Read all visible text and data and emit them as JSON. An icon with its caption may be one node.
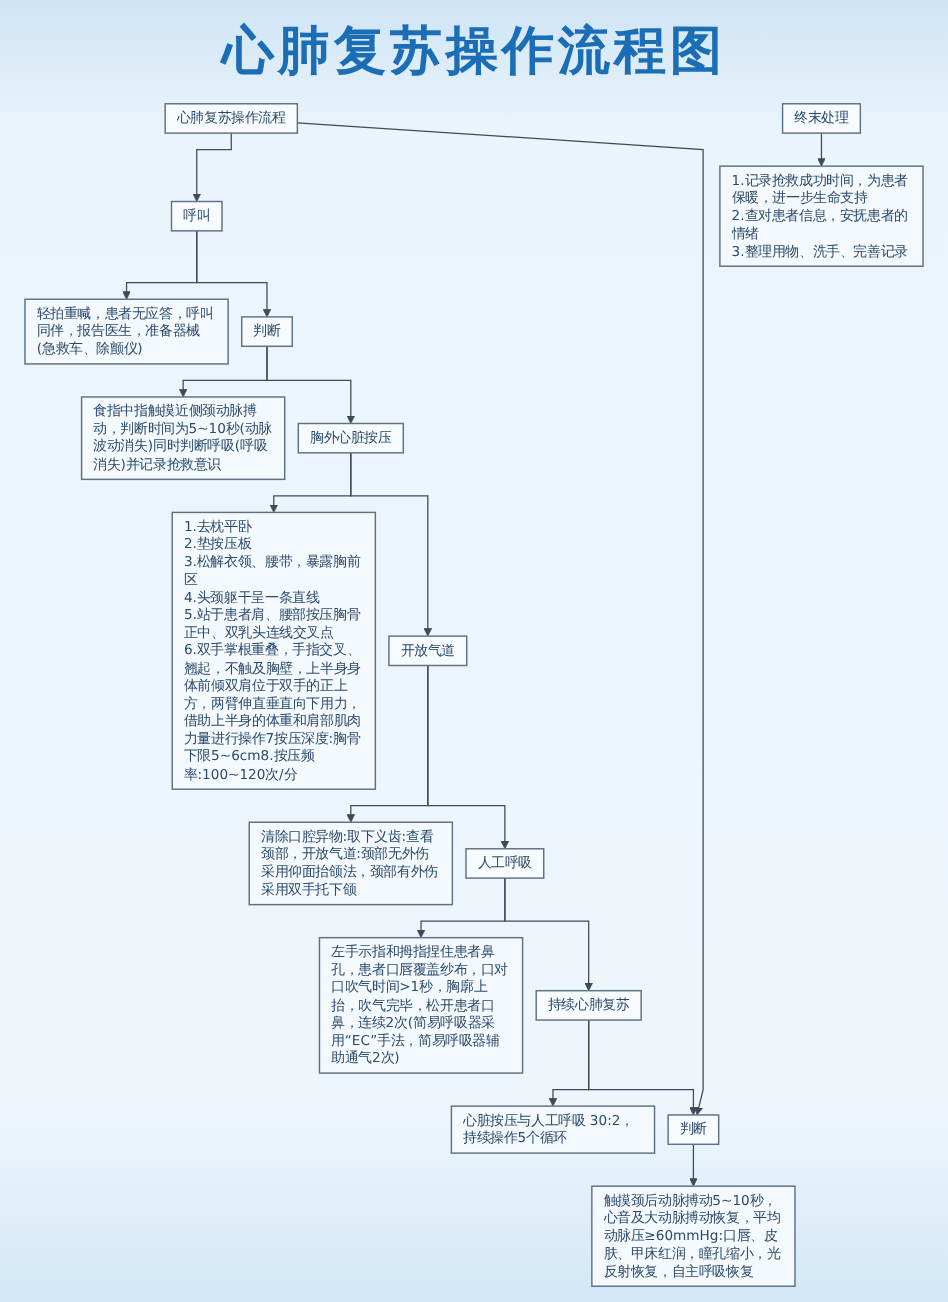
{
  "diagram": {
    "title": "心肺复苏操作流程图",
    "nodes": [
      {
        "text": [
          "心肺复苏操作流程"
        ]
      },
      {
        "text": [
          "呼叫"
        ]
      },
      {
        "text": [
          "轻拍重喊，患者无应答，呼叫同伴，报告医生，准备器械(急救车、除颤仪)"
        ]
      },
      {
        "text": [
          "判断"
        ]
      },
      {
        "text": [
          "食指中指触摸近侧颈动脉搏动，判断时间为5~10秒(动脉波动消失)同时判断呼吸(呼吸消失)并记录抢救意识"
        ]
      },
      {
        "text": [
          "胸外心脏按压"
        ]
      },
      {
        "text": [
          "1.去枕平卧",
          "2.垫按压板",
          "3.松解衣领、腰带，暴露胸前区",
          "4.头颈躯干呈一条直线",
          "5.站于患者肩、腰部按压胸骨正中、双乳头连线交叉点",
          "6.双手掌根重叠，手指交叉、翘起，不触及胸壁，上半身身体前倾双肩位于双手的正上方，两臂伸直垂直向下用力，借助上半身的体重和肩部肌肉力量进行操作7按压深度:胸骨下限5~6cm8.按压频率:100~120次/分"
        ]
      },
      {
        "text": [
          "开放气道"
        ]
      },
      {
        "text": [
          "清除口腔异物:取下义齿:查看颈部，开放气道:颈部无外伤采用仰面抬颌法，颈部有外伤采用双手托下颌"
        ]
      },
      {
        "text": [
          "人工呼吸"
        ]
      },
      {
        "text": [
          "左手示指和拇指捏住患者鼻孔，患者口唇覆盖纱布，口对口吹气时间>1秒，胸廓上抬，吹气完毕，松开患者口鼻，连续2次(简易呼吸器采用“EC”手法，简易呼吸器辅助通气2次)"
        ]
      },
      {
        "text": [
          "持续心肺复苏"
        ]
      },
      {
        "text": [
          "心脏按压与人工呼吸 30:2，持续操作5个循环"
        ]
      },
      {
        "text": [
          "判断"
        ]
      },
      {
        "text": [
          "触摸颈后动脉搏动5~10秒，心音及大动脉搏动恢复，平均动脉压≥60mmHg:口唇、皮肤、甲床红润，瞳孔缩小，光反射恢复，自主呼吸恢复"
        ]
      },
      {
        "text": [
          "终末处理"
        ]
      },
      {
        "text": [
          "1.记录抢救成功时间，为患者保暖，进一步生命支持",
          "2.查对患者信息，安抚患者的情绪",
          "3.整理用物、洗手、完善记录"
        ]
      }
    ],
    "edges": [
      {
        "from": 0,
        "to": 1,
        "arrow": "to"
      },
      {
        "from": 0,
        "to": 13,
        "arrow": "to"
      },
      {
        "from": 1,
        "to": 2,
        "arrow": "to"
      },
      {
        "from": 1,
        "to": 3,
        "arrow": "to"
      },
      {
        "from": 3,
        "to": 4,
        "arrow": "to"
      },
      {
        "from": 3,
        "to": 5,
        "arrow": "to"
      },
      {
        "from": 5,
        "to": 6,
        "arrow": "to"
      },
      {
        "from": 5,
        "to": 7,
        "arrow": "to"
      },
      {
        "from": 7,
        "to": 8,
        "arrow": "to"
      },
      {
        "from": 7,
        "to": 9,
        "arrow": "to"
      },
      {
        "from": 9,
        "to": 10,
        "arrow": "to"
      },
      {
        "from": 9,
        "to": 11,
        "arrow": "to"
      },
      {
        "from": 11,
        "to": 12,
        "arrow": "to"
      },
      {
        "from": 11,
        "to": 13,
        "arrow": "to"
      },
      {
        "from": 13,
        "to": 14,
        "arrow": "to"
      },
      {
        "from": 15,
        "to": 16,
        "arrow": "to"
      }
    ]
  }
}
